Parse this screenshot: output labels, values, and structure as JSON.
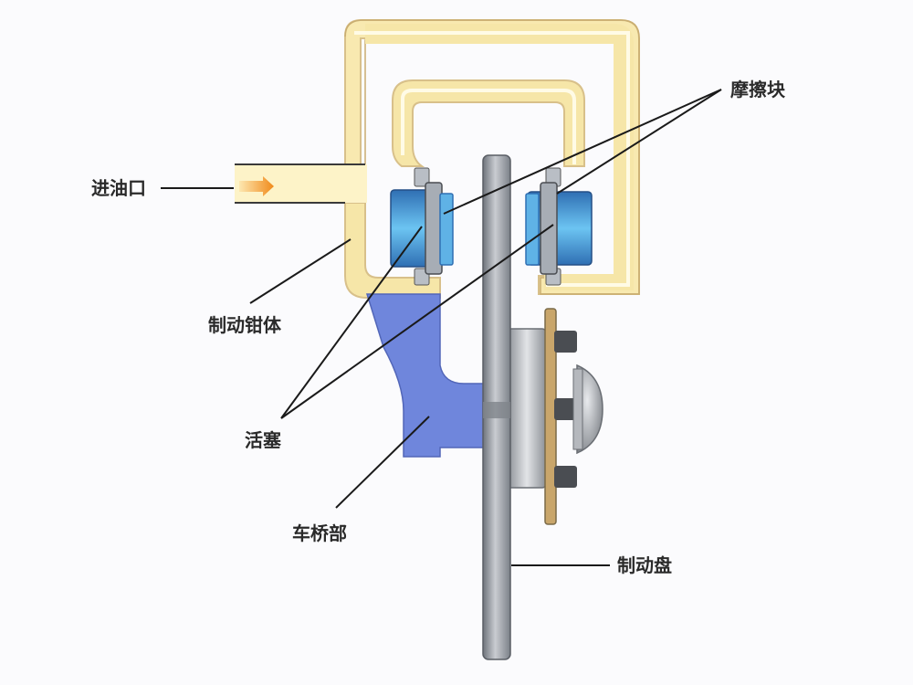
{
  "labels": {
    "oil_inlet": "进油口",
    "friction_pad": "摩擦块",
    "caliper_body": "制动钳体",
    "piston": "活塞",
    "axle_part": "车桥部",
    "brake_disc": "制动盘"
  },
  "colors": {
    "caliper_fill": "#f8e9b0",
    "caliper_outline": "#d8c08a",
    "oil_channel": "#fefce8",
    "arrow": "#f08a1a",
    "piston": "#4aa8e0",
    "piston_dark": "#2f6fb3",
    "axle_blue": "#6f86dc",
    "disc_gray": "#9ea3ab",
    "leader_line": "#1a1a1a"
  }
}
